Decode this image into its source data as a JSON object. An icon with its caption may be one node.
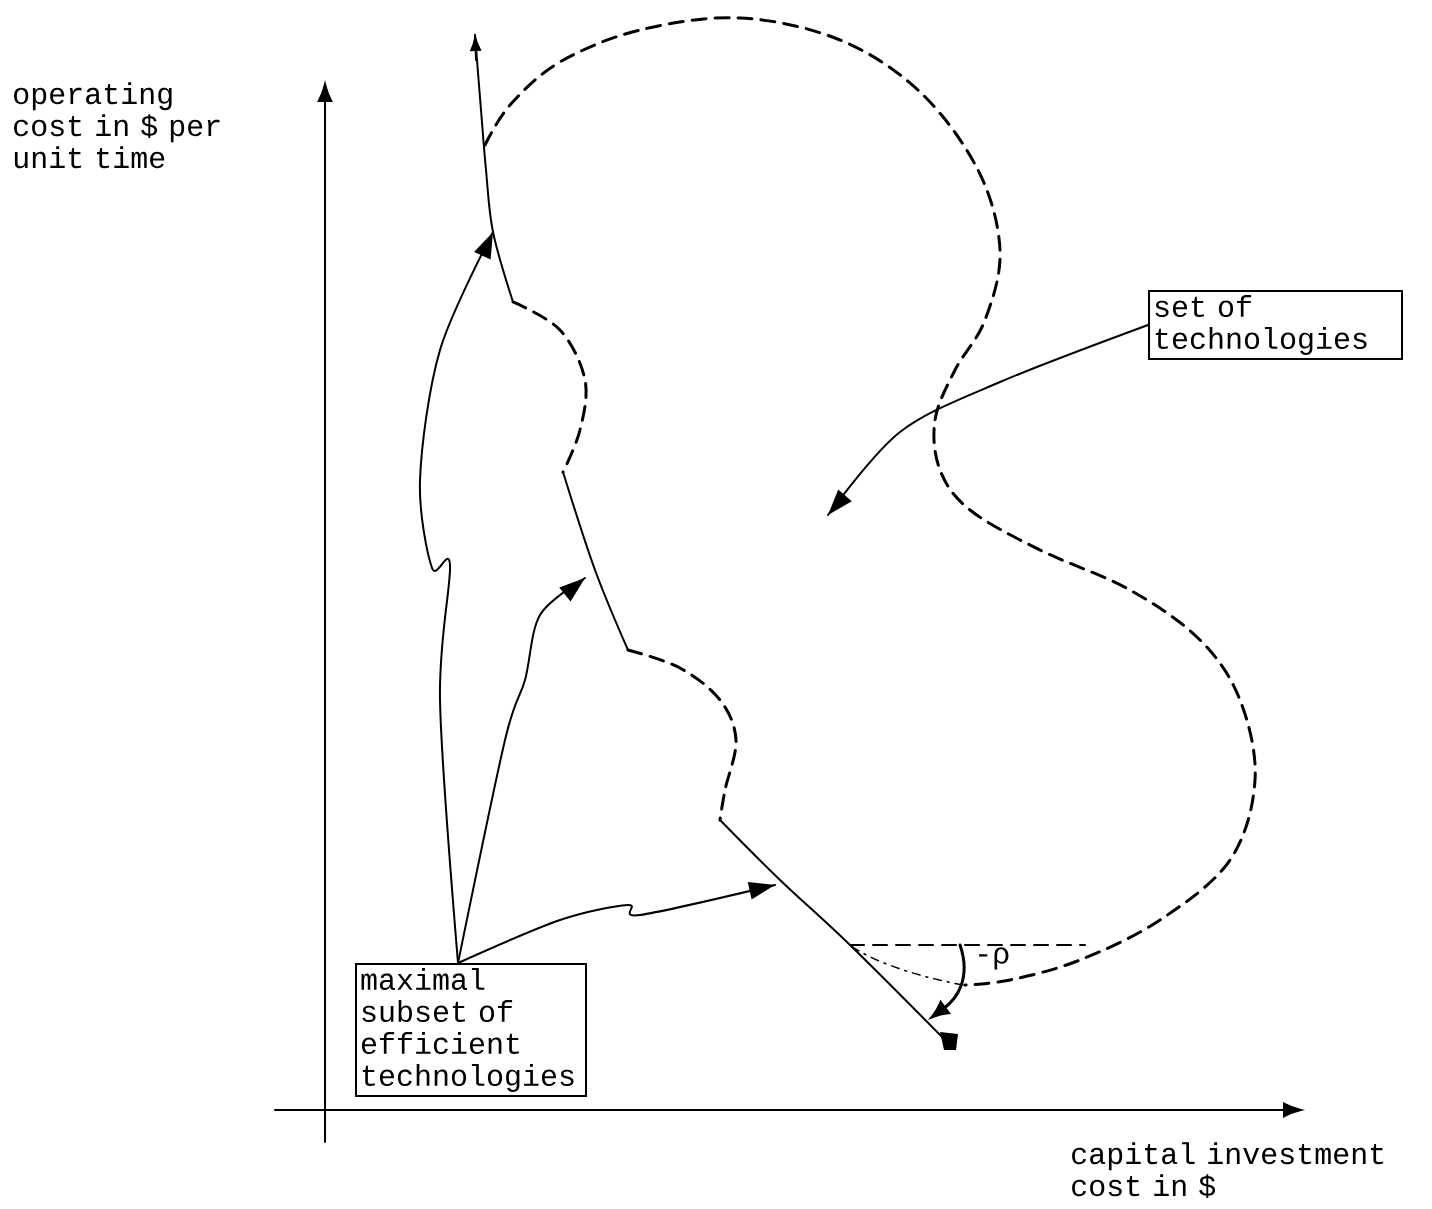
{
  "diagram": {
    "nodes": [
      {
        "text": [
          "maximal subset of efficient technologies"
        ]
      },
      {
        "text": [
          "set of technologies"
        ]
      }
    ],
    "edges": [
      {
        "from": 0,
        "to": null,
        "arrow": "to"
      },
      {
        "from": 0,
        "to": null,
        "arrow": "to"
      },
      {
        "from": 0,
        "to": null,
        "arrow": "to"
      },
      {
        "from": 1,
        "to": null,
        "arrow": "to"
      }
    ],
    "labels": [
      "operating cost in $ per unit time",
      "-ρ",
      "capital investment cost in $"
    ]
  }
}
